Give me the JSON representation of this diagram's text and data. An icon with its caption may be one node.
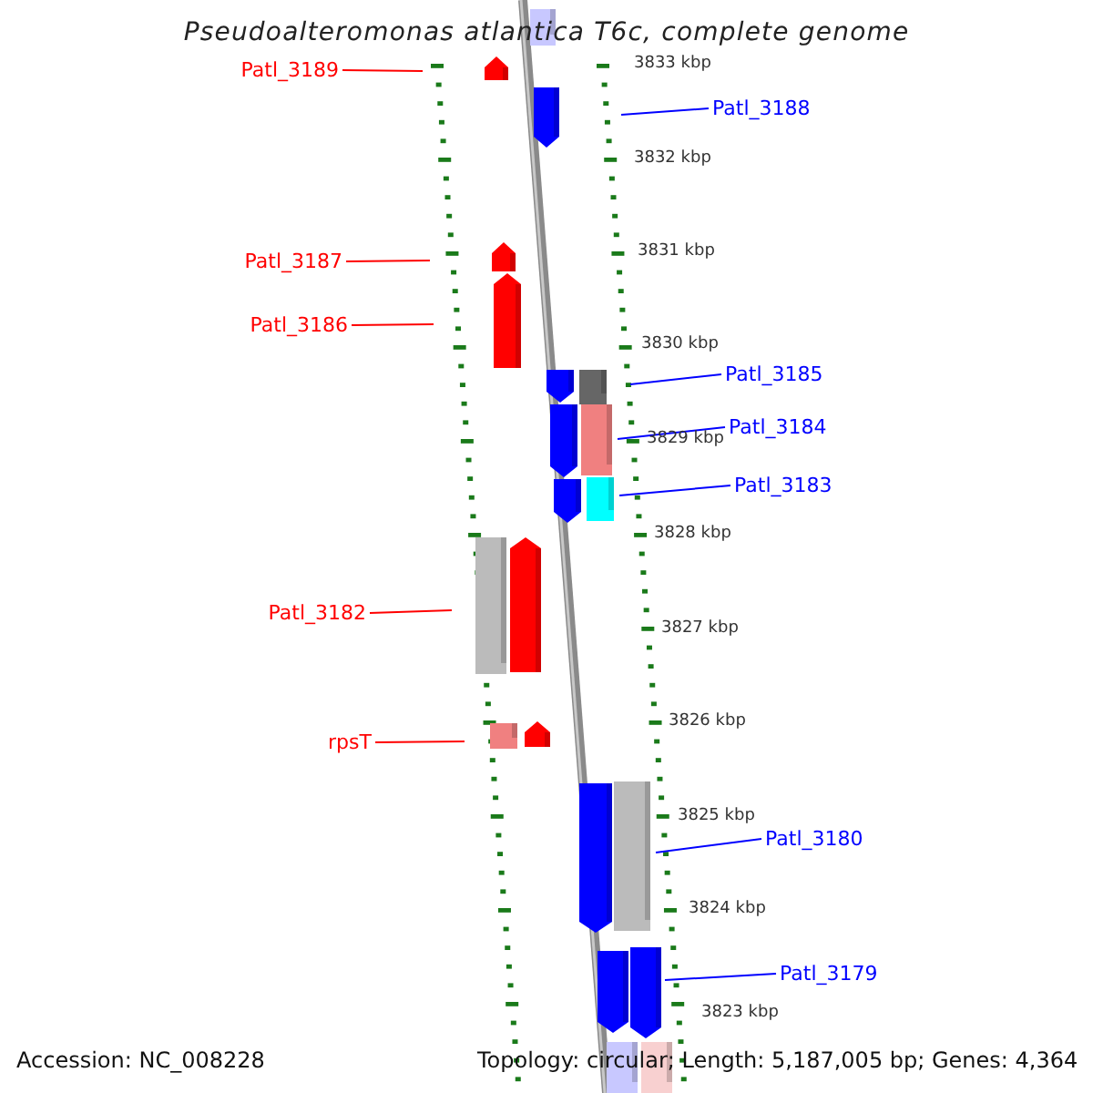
{
  "diagram": {
    "title": "Pseudoalteromonas atlantica T6c, complete genome",
    "nodes": [
      {
        "text": [
          "Patl_3189"
        ]
      },
      {
        "text": [
          "Patl_3188"
        ]
      },
      {
        "text": [
          "Patl_3187"
        ]
      },
      {
        "text": [
          "Patl_3186"
        ]
      },
      {
        "text": [
          "Patl_3185"
        ]
      },
      {
        "text": [
          "Patl_3184"
        ]
      },
      {
        "text": [
          "Patl_3183"
        ]
      },
      {
        "text": [
          "Patl_3182"
        ]
      },
      {
        "text": [
          "rpsT"
        ]
      },
      {
        "text": [
          "Patl_3180"
        ]
      },
      {
        "text": [
          "Patl_3179"
        ]
      }
    ],
    "edges": [
      {
        "from": 0,
        "to": null,
        "arrow": "none",
        "color": "#ff0000"
      },
      {
        "from": 1,
        "to": null,
        "arrow": "none"
      },
      {
        "from": 2,
        "to": null,
        "arrow": "none",
        "color": "#ff0000"
      },
      {
        "from": 3,
        "to": null,
        "arrow": "none",
        "color": "#ff0000"
      },
      {
        "from": 4,
        "to": null,
        "arrow": "none"
      },
      {
        "from": 5,
        "to": null,
        "arrow": "none"
      },
      {
        "from": 6,
        "to": null,
        "arrow": "none"
      },
      {
        "from": 7,
        "to": null,
        "arrow": "none",
        "color": "#ff0000"
      },
      {
        "from": 8,
        "to": null,
        "arrow": "none",
        "color": "#ff0000"
      },
      {
        "from": 9,
        "to": null,
        "arrow": "none"
      },
      {
        "from": 10,
        "to": null,
        "arrow": "none"
      }
    ],
    "labels": [
      "3833 kbp",
      "3832 kbp",
      "3831 kbp",
      "3830 kbp",
      "3829 kbp",
      "3828 kbp",
      "3827 kbp",
      "3826 kbp",
      "3825 kbp",
      "3824 kbp",
      "3823 kbp",
      "Accession: NC_008228",
      "Topology: circular; Length: 5,187,005 bp; Genes: 4,364"
    ]
  }
}
